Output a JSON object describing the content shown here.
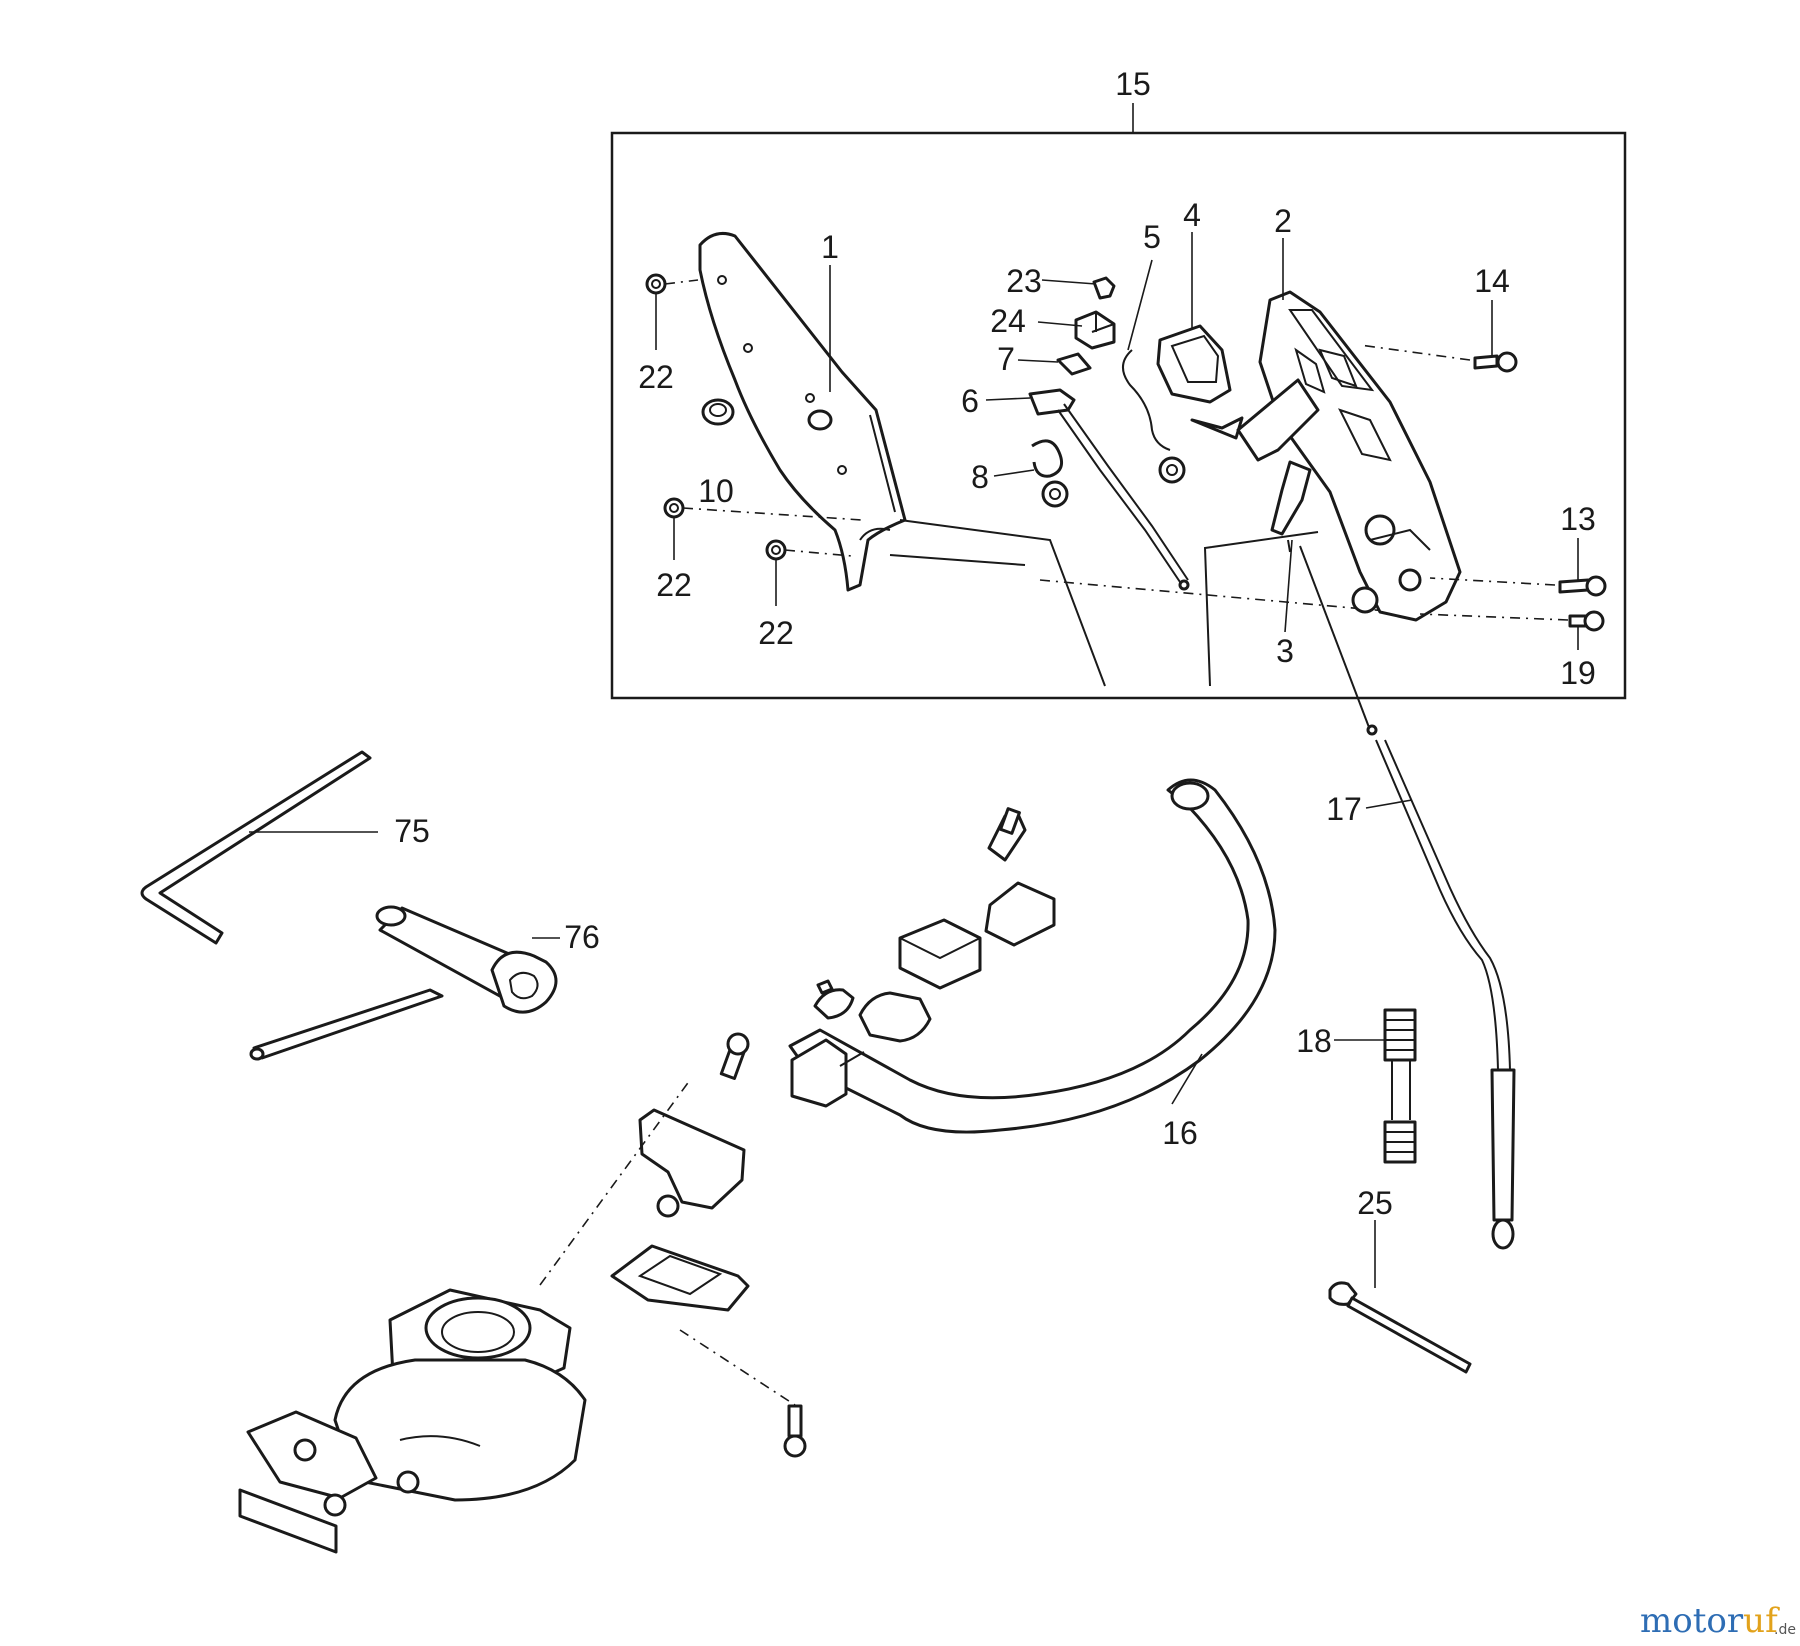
{
  "callouts": [
    {
      "id": "15",
      "text": "15"
    },
    {
      "id": "1",
      "text": "1"
    },
    {
      "id": "5",
      "text": "5"
    },
    {
      "id": "4",
      "text": "4"
    },
    {
      "id": "2",
      "text": "2"
    },
    {
      "id": "23",
      "text": "23"
    },
    {
      "id": "24",
      "text": "24"
    },
    {
      "id": "7",
      "text": "7"
    },
    {
      "id": "6",
      "text": "6"
    },
    {
      "id": "8",
      "text": "8"
    },
    {
      "id": "14",
      "text": "14"
    },
    {
      "id": "22a",
      "text": "22"
    },
    {
      "id": "10",
      "text": "10"
    },
    {
      "id": "22b",
      "text": "22"
    },
    {
      "id": "22c",
      "text": "22"
    },
    {
      "id": "13",
      "text": "13"
    },
    {
      "id": "3",
      "text": "3"
    },
    {
      "id": "19",
      "text": "19"
    },
    {
      "id": "17",
      "text": "17"
    },
    {
      "id": "75",
      "text": "75"
    },
    {
      "id": "76",
      "text": "76"
    },
    {
      "id": "18",
      "text": "18"
    },
    {
      "id": "16",
      "text": "16"
    },
    {
      "id": "25",
      "text": "25"
    }
  ],
  "watermark": {
    "letters": [
      "m",
      "o",
      "t",
      "o",
      "r",
      "u",
      "f"
    ],
    "suffix": ".de",
    "colors": [
      "#2e6db4",
      "#2e6db4",
      "#2e6db4",
      "#2e6db4",
      "#2e6db4",
      "#e2a21b",
      "#e2a21b"
    ]
  }
}
